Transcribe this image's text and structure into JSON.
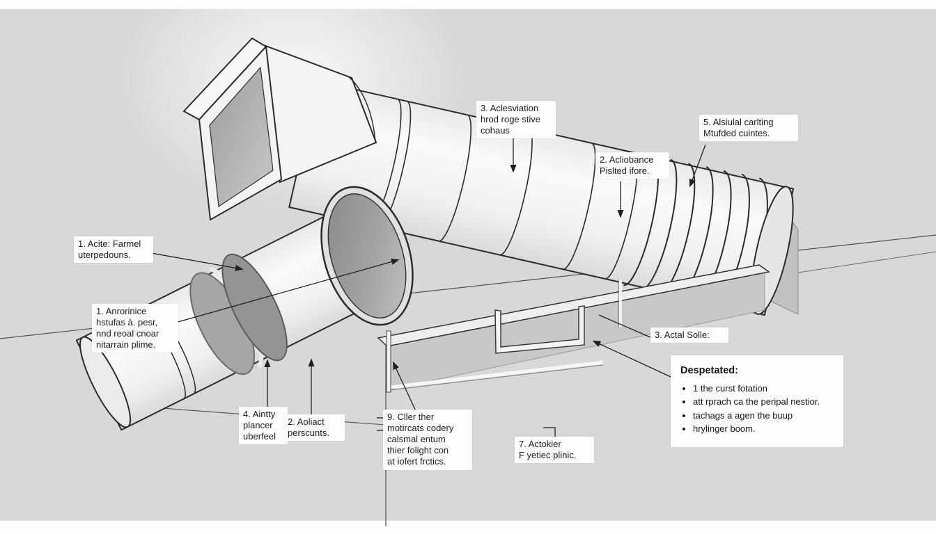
{
  "figure": {
    "type": "technical-illustration",
    "subject": "ceiling-air-duct-installation-diagram",
    "callouts": [
      {
        "id": "farmel",
        "text": "1. Acite: Farmel\nuterpedouns."
      },
      {
        "id": "anrorinice",
        "text": "1. Anrorinice\nhstufas à. pesr,\nnnd reoal cnoar\nnitarrain plime."
      },
      {
        "id": "aclesviation",
        "text": "3. Aclesviation\nhrod roge stive\ncohaus"
      },
      {
        "id": "acliobance",
        "text": "2. Acliobance\nPislted ifore."
      },
      {
        "id": "alsiulal",
        "text": "5. Alsiulal carlting\nMtufded cuintes."
      },
      {
        "id": "actal-solle",
        "text": "3. Actal Solle:"
      },
      {
        "id": "aintty",
        "text": "4. Aintty\nplancer\nuberfeel"
      },
      {
        "id": "aoliact",
        "text": "2. Aoliact\nperscunts."
      },
      {
        "id": "cller",
        "text": "9. Cller ther\nmotircats codery\ncalsmal entum\nthier folight con\nat iofert frctics."
      },
      {
        "id": "actokier",
        "text": "7. Actokier\nF yetiec plinic."
      }
    ],
    "info_box": {
      "title": "Despetated:",
      "bullets": [
        "1 the curst fotation",
        "att rprach ca the peripal nestior.",
        "tachags a agen the buup",
        "hrylinger boom."
      ]
    },
    "colors": {
      "background": "#d8d8d7",
      "duct_fill": "#f2f2f1",
      "outline": "#2b2b2b",
      "disc_dark": "#8a8a89",
      "beam_face": "#c8c8c7",
      "label_background": "#fdfdfc"
    }
  }
}
